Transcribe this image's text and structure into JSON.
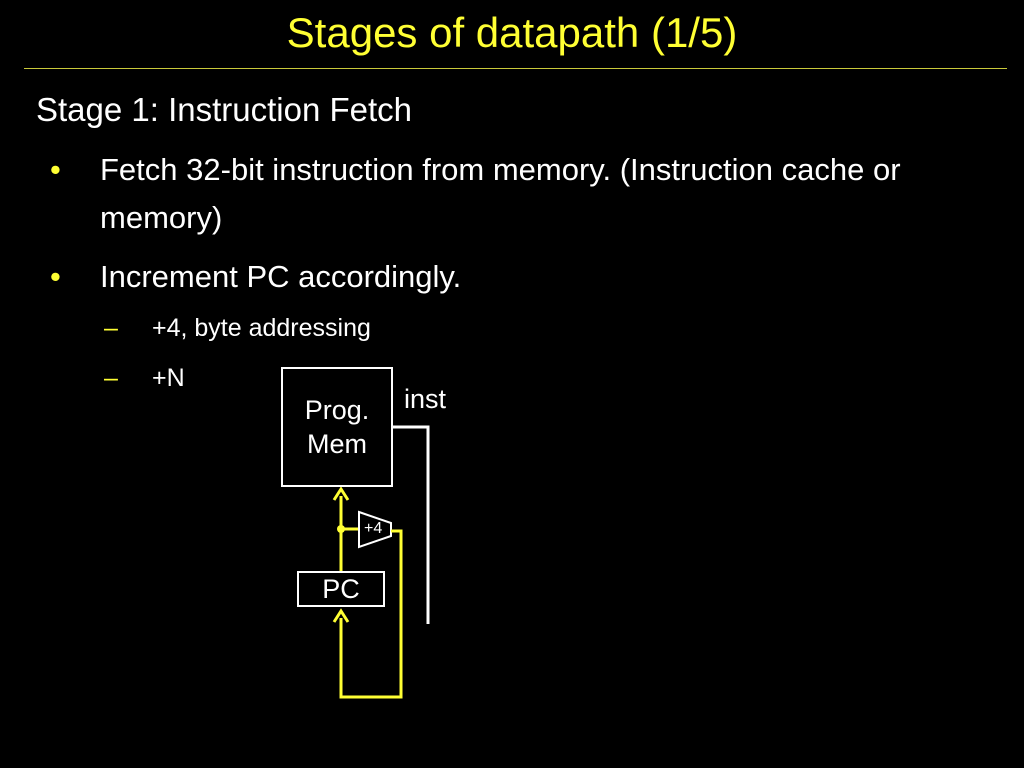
{
  "slide": {
    "title": "Stages of datapath (1/5)",
    "heading": "Stage 1: Instruction Fetch",
    "bullets": [
      {
        "marker": "•",
        "text": "Fetch 32-bit instruction from memory. (Instruction cache or memory)"
      },
      {
        "marker": "•",
        "text": "Increment PC accordingly."
      }
    ],
    "sub_bullets": [
      {
        "marker": "–",
        "text": "+4, byte addressing"
      },
      {
        "marker": "–",
        "text": "+N"
      }
    ]
  },
  "diagram": {
    "memory_block": {
      "line1": "Prog.",
      "line2": "Mem"
    },
    "pc_block": "PC",
    "adder_label": "+4",
    "output_label": "inst"
  },
  "colors": {
    "background": "#000000",
    "accent": "#ffff33",
    "text": "#ffffff",
    "wire_yellow": "#ffff33",
    "wire_white": "#ffffff"
  }
}
